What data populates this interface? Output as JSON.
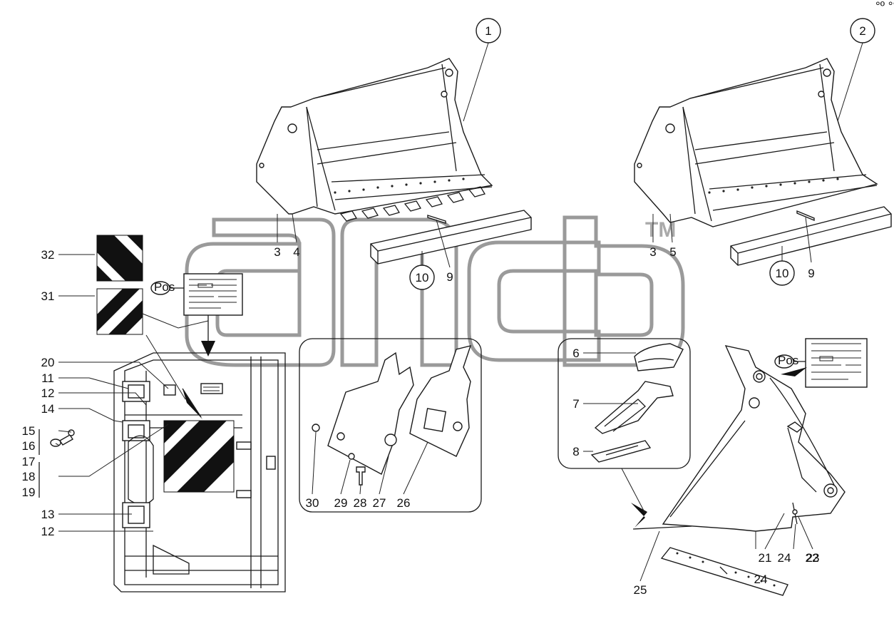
{
  "corner_code": "°º °°°",
  "watermark": {
    "text": "TM"
  },
  "callouts": {
    "c1": "1",
    "c2": "2",
    "c3a": "3",
    "c4": "4",
    "c3b": "3",
    "c5": "5",
    "c10a": "10",
    "c9a": "9",
    "c10b": "10",
    "c9b": "9",
    "c32": "32",
    "c31": "31",
    "c20": "20",
    "c11": "11",
    "c12a": "12",
    "c14": "14",
    "c15": "15",
    "c16": "16",
    "c17": "17",
    "c18": "18",
    "c19": "19",
    "c13": "13",
    "c12b": "12",
    "c30": "30",
    "c29": "29",
    "c28": "28",
    "c27": "27",
    "c26": "26",
    "c6": "6",
    "c7": "7",
    "c8": "8",
    "c21": "21",
    "c24a": "24",
    "c22": "22",
    "c23": "23",
    "c24b": "24",
    "c25": "25"
  },
  "tags": {
    "pos_left": "Pos",
    "pos_right": "Pos"
  }
}
